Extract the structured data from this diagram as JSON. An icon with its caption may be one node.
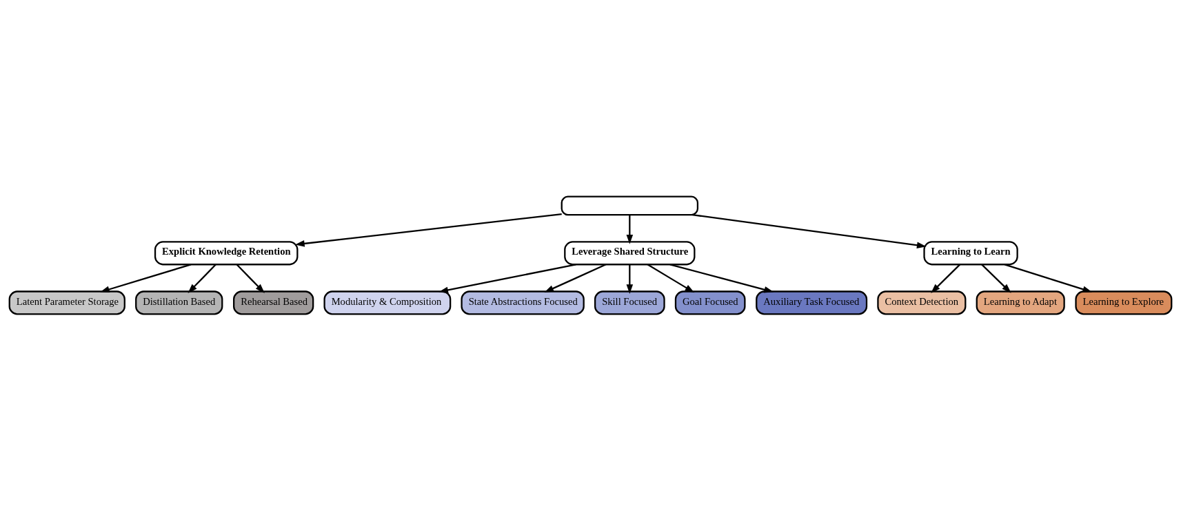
{
  "diagram": {
    "nodes": [
      {
        "text": [],
        "shape": "box"
      },
      {
        "text": [
          "Explicit Knowledge Retention"
        ]
      },
      {
        "text": [
          "Leverage Shared Structure"
        ]
      },
      {
        "text": [
          "Learning to Learn"
        ]
      },
      {
        "text": [
          "Latent Parameter Storage"
        ]
      },
      {
        "text": [
          "Distillation Based"
        ]
      },
      {
        "text": [
          "Rehearsal Based"
        ]
      },
      {
        "text": [
          "Modularity & Composition"
        ]
      },
      {
        "text": [
          "State Abstractions Focused"
        ]
      },
      {
        "text": [
          "Skill Focused"
        ]
      },
      {
        "text": [
          "Goal Focused"
        ]
      },
      {
        "text": [
          "Auxiliary Task Focused"
        ]
      },
      {
        "text": [
          "Context Detection"
        ]
      },
      {
        "text": [
          "Learning to Adapt"
        ]
      },
      {
        "text": [
          "Learning to Explore"
        ]
      }
    ],
    "edges": [
      {
        "from": 0,
        "to": 1,
        "arrow": "to"
      },
      {
        "from": 0,
        "to": 2,
        "arrow": "to"
      },
      {
        "from": 0,
        "to": 3,
        "arrow": "to"
      },
      {
        "from": 1,
        "to": 4,
        "arrow": "to"
      },
      {
        "from": 1,
        "to": 5,
        "arrow": "to"
      },
      {
        "from": 1,
        "to": 6,
        "arrow": "to"
      },
      {
        "from": 2,
        "to": 7,
        "arrow": "to"
      },
      {
        "from": 2,
        "to": 8,
        "arrow": "to"
      },
      {
        "from": 2,
        "to": 9,
        "arrow": "to"
      },
      {
        "from": 2,
        "to": 10,
        "arrow": "to"
      },
      {
        "from": 2,
        "to": 11,
        "arrow": "to"
      },
      {
        "from": 3,
        "to": 12,
        "arrow": "to"
      },
      {
        "from": 3,
        "to": 13,
        "arrow": "to"
      },
      {
        "from": 3,
        "to": 14,
        "arrow": "to"
      }
    ]
  }
}
